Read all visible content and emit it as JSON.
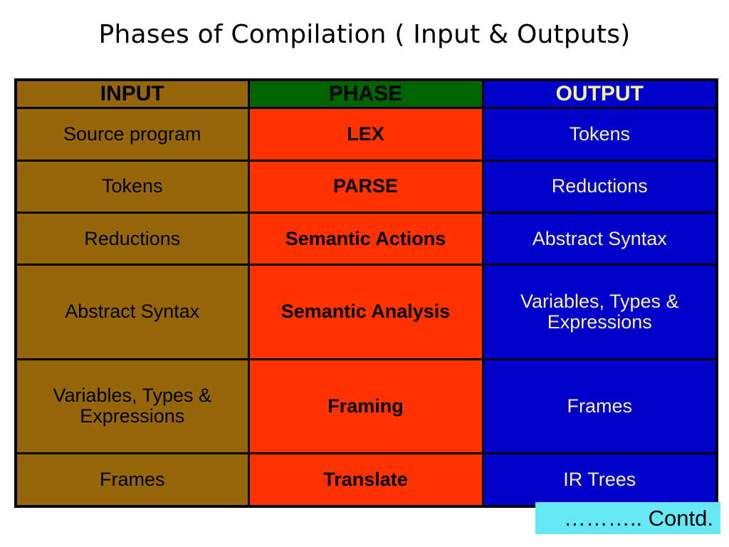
{
  "slide": {
    "title": "Phases of Compilation ( Input & Outputs)",
    "background_color": "#ffffff"
  },
  "table": {
    "columns": [
      {
        "key": "input",
        "label": "INPUT",
        "bg": "#96670a",
        "fg": "#000000"
      },
      {
        "key": "phase",
        "label": "PHASE",
        "bg": "#006400",
        "fg": "#000000"
      },
      {
        "key": "output",
        "label": "OUTPUT",
        "bg": "#0000cc",
        "fg": "#f7f194"
      }
    ],
    "body_colors": {
      "input_bg": "#96670a",
      "input_fg": "#000000",
      "phase_bg": "#ff3300",
      "phase_fg": "#000000",
      "output_bg": "#0000cc",
      "output_fg": "#f7f194",
      "border": "#000000"
    },
    "rows": [
      {
        "input": "Source program",
        "phase": "LEX",
        "output": "Tokens"
      },
      {
        "input": "Tokens",
        "phase": "PARSE",
        "output": "Reductions"
      },
      {
        "input": "Reductions",
        "phase": "Semantic Actions",
        "output": "Abstract Syntax"
      },
      {
        "input": "Abstract Syntax",
        "phase": "Semantic Analysis",
        "output": "Variables, Types & Expressions"
      },
      {
        "input": "Variables, Types & Expressions",
        "phase": "Framing",
        "output": "Frames"
      },
      {
        "input": "Frames",
        "phase": "Translate",
        "output": "IR Trees"
      }
    ]
  },
  "contd": {
    "label": "……….. Contd.",
    "bg": "#66e8f5",
    "fg": "#000000"
  }
}
